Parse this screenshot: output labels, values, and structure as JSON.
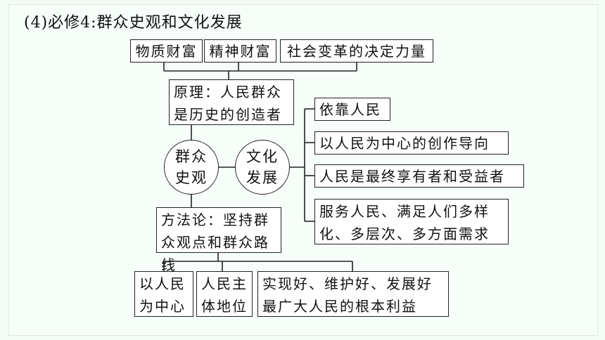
{
  "title": "(4)必修4:群众史观和文化发展",
  "top_boxes": [
    "物质财富",
    "精神财富",
    "社会变革的决定力量"
  ],
  "principle": "原理：人民群众是历史的创造者",
  "circle_left": "群众史观",
  "circle_right": "文化发展",
  "method": "方法论：坚持群众观点和群众路线",
  "right_boxes": [
    "依靠人民",
    "以人民为中心的创作导向",
    "人民是最终享有者和受益者",
    "服务人民、满足人们多样化、多层次、多方面需求"
  ],
  "bottom_boxes": [
    "以人民为中心",
    "人民主体地位",
    "实现好、维护好、发展好最广大人民的根本利益"
  ]
}
